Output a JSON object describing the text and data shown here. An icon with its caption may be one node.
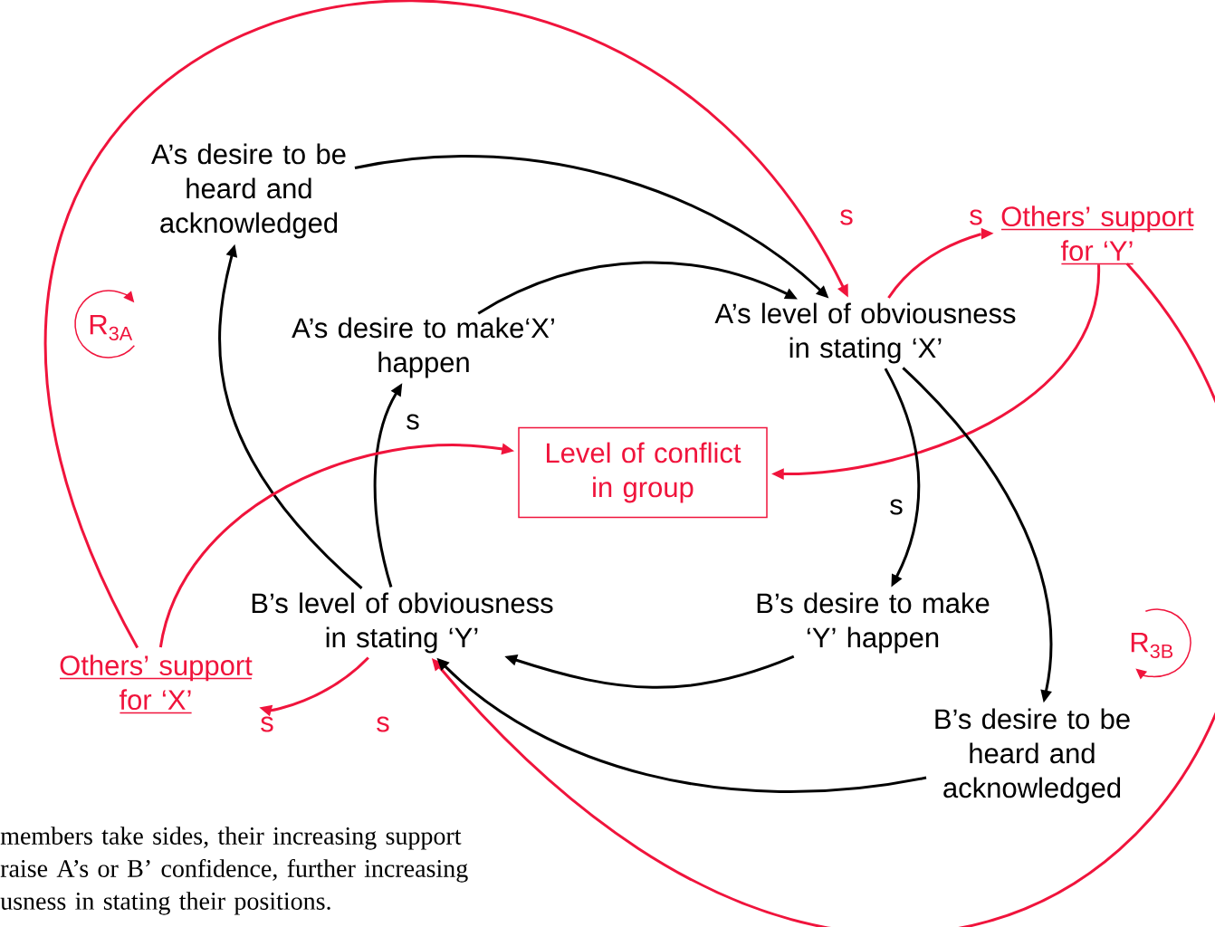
{
  "diagram": {
    "caption": "members take sides, their increasing support raise A’s or B’ confidence, further increasing usness in stating their positions.",
    "nodes": [
      {
        "text": [
          "A’s desire to be heard and acknowledged"
        ]
      },
      {
        "text": [
          "A’s desire to make‘X’ happen"
        ]
      },
      {
        "text": [
          "A’s level of obviousness in stating ‘X’"
        ]
      },
      {
        "text": [
          "Others’ support for ‘Y’"
        ]
      },
      {
        "text": [
          "Level of conflict in group"
        ]
      },
      {
        "text": [
          "B’s level of obviousness in stating ‘Y’"
        ]
      },
      {
        "text": [
          "B’s desire to make ‘Y’ happen"
        ]
      },
      {
        "text": [
          "Others’ support for ‘X’"
        ]
      },
      {
        "text": [
          "B’s desire to be heard and acknowledged"
        ]
      }
    ],
    "edges": [
      {
        "from": 0,
        "to": 2,
        "arrow": "to"
      },
      {
        "from": 1,
        "to": 2,
        "arrow": "to"
      },
      {
        "from": 2,
        "to": 3,
        "arrow": "to",
        "label": "s",
        "color": "#f0143c"
      },
      {
        "from": 7,
        "to": 2,
        "arrow": "to",
        "label": "s",
        "color": "#f0143c"
      },
      {
        "from": 3,
        "to": 4,
        "arrow": "to",
        "color": "#f0143c"
      },
      {
        "from": 2,
        "to": 6,
        "arrow": "to",
        "label": "s"
      },
      {
        "from": 2,
        "to": 8,
        "arrow": "to"
      },
      {
        "from": 5,
        "to": 1,
        "arrow": "to",
        "label": "s"
      },
      {
        "from": 5,
        "to": 0,
        "arrow": "to"
      },
      {
        "from": 7,
        "to": 4,
        "arrow": "to",
        "color": "#f0143c"
      },
      {
        "from": 5,
        "to": 7,
        "arrow": "to",
        "label": "s",
        "color": "#f0143c"
      },
      {
        "from": 3,
        "to": 5,
        "arrow": "to",
        "label": "s",
        "color": "#f0143c"
      },
      {
        "from": 6,
        "to": 5,
        "arrow": "to"
      },
      {
        "from": 8,
        "to": 5,
        "arrow": "to"
      }
    ],
    "labels": [
      "R$_{3A}$",
      "R$_{3B}$"
    ]
  }
}
